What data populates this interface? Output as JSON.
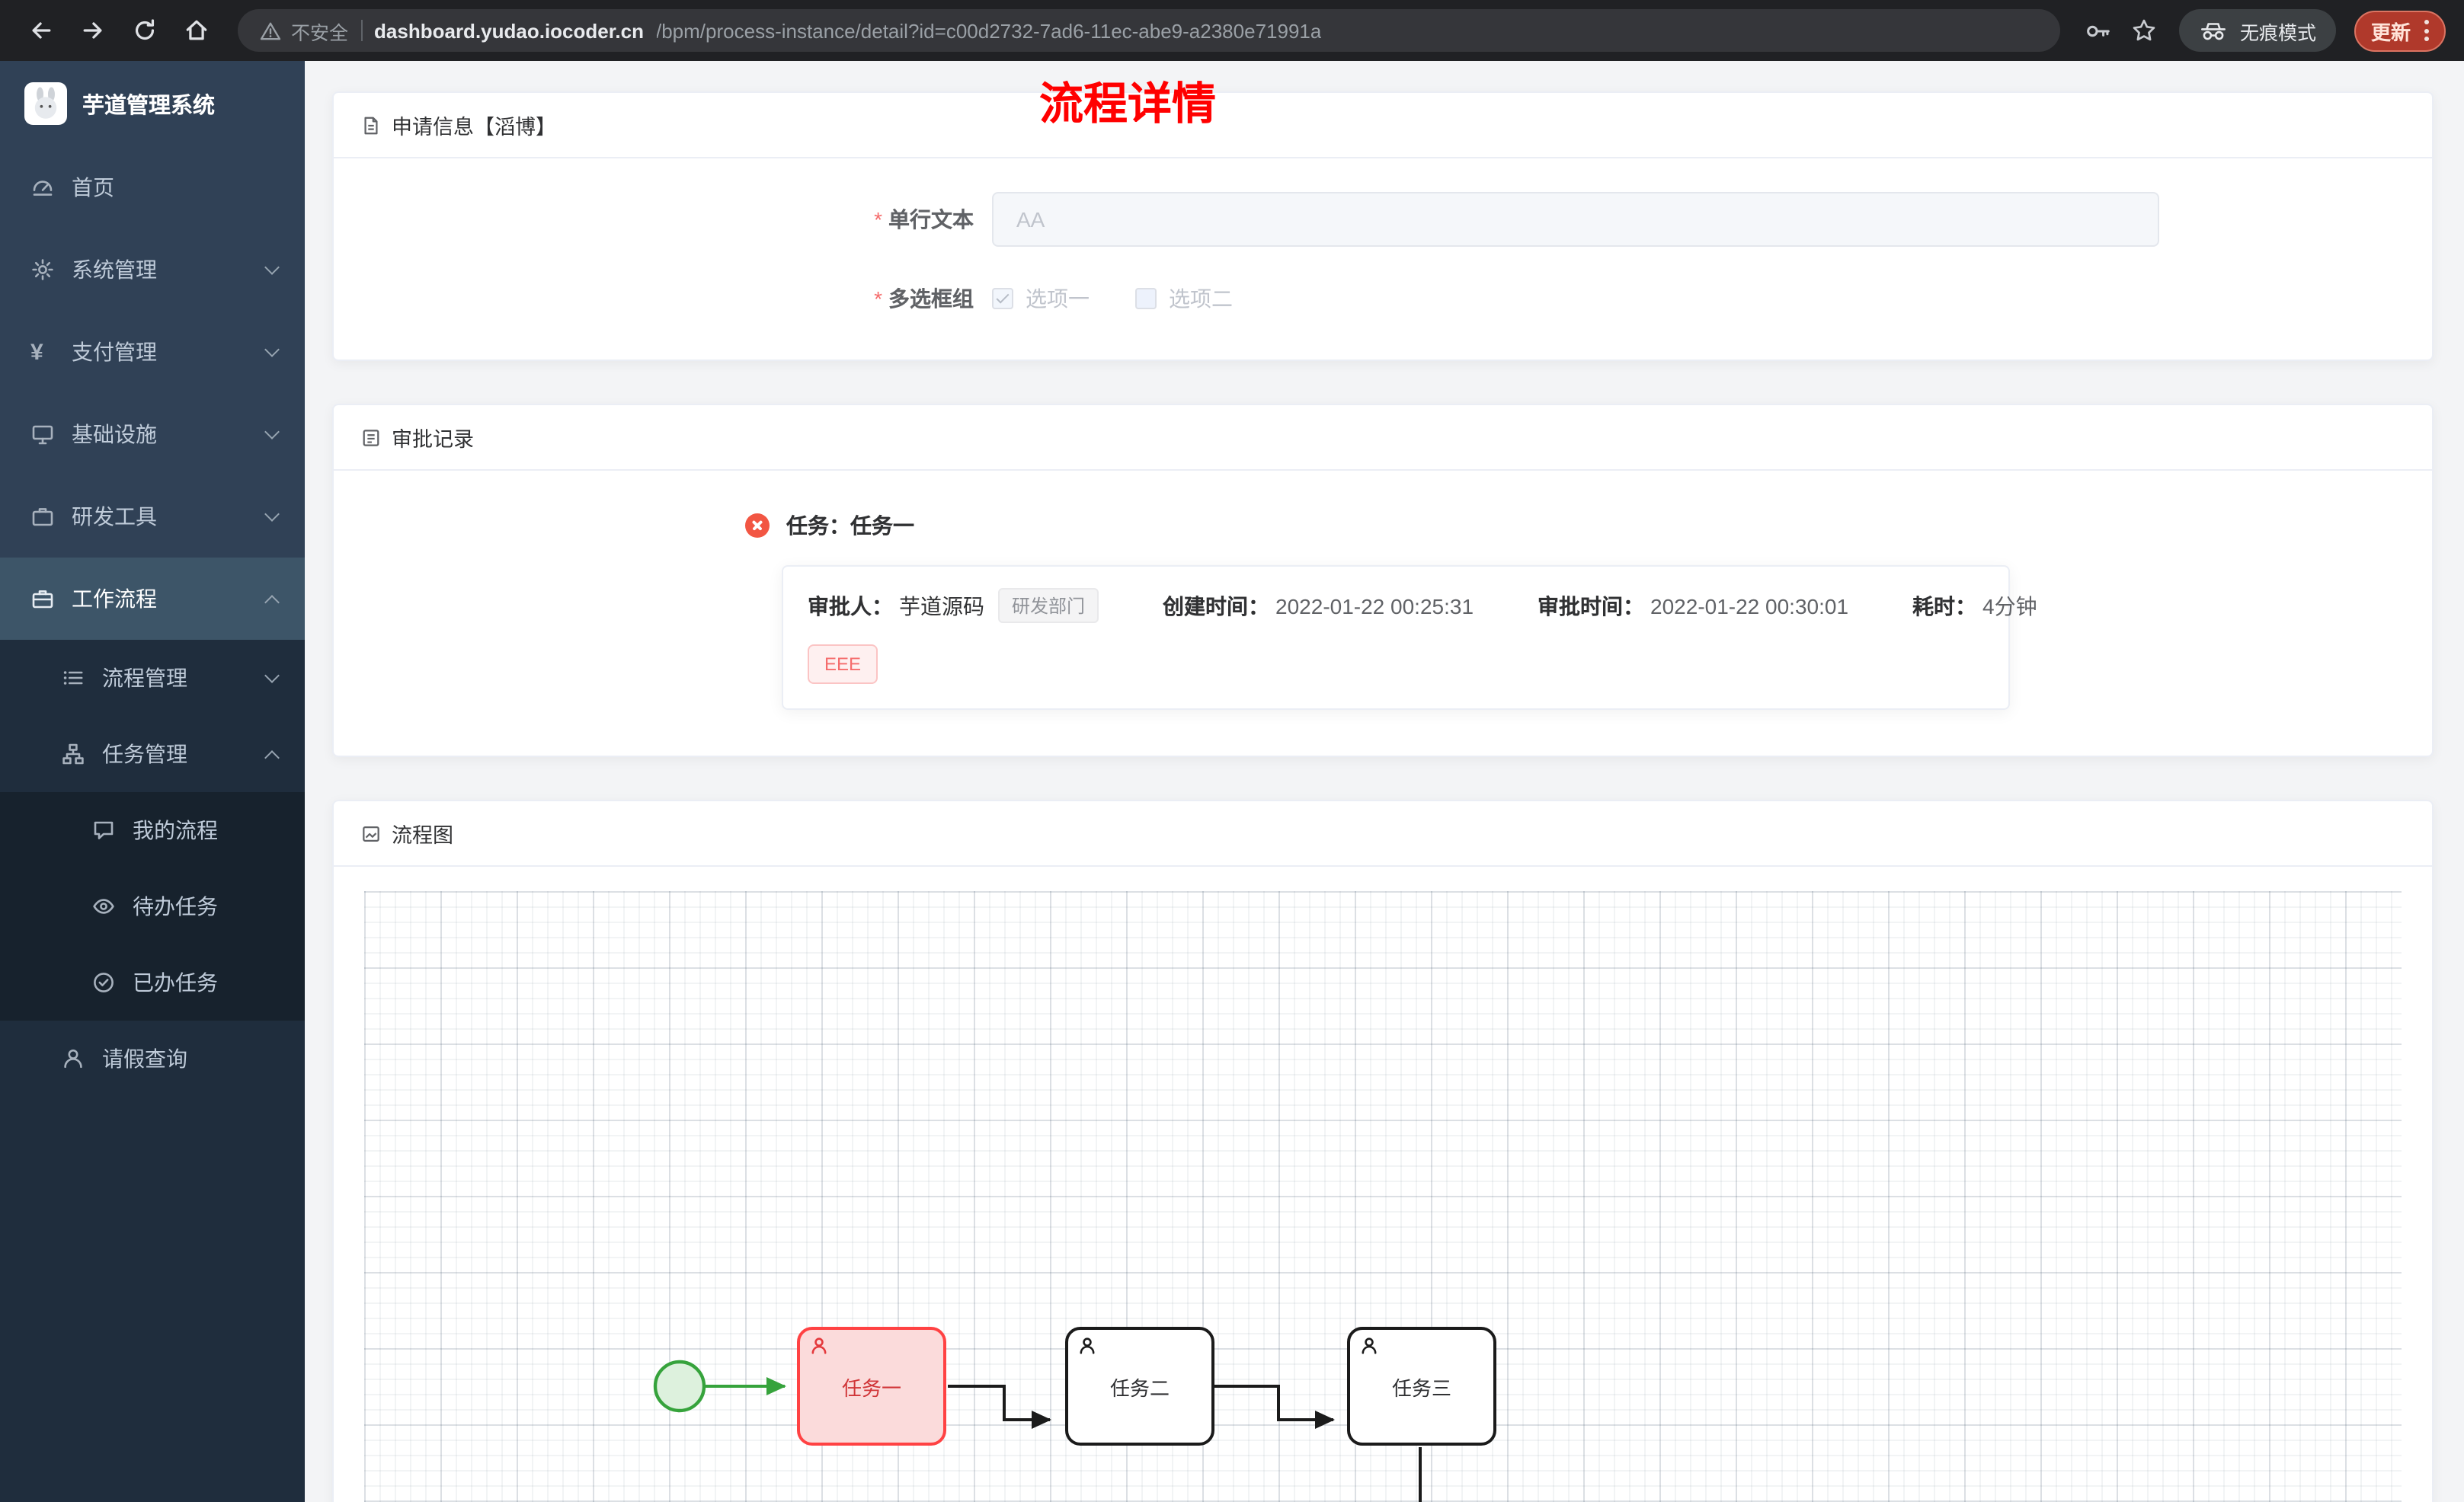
{
  "colors": {
    "page_title_red": "#ff0000",
    "danger_red": "#f56c6c",
    "success_green": "#36a33c",
    "node_highlight_border": "#ff4243",
    "sidebar_bg": "#1f2d3d",
    "menu_item_bg": "#304156"
  },
  "browser": {
    "security_label": "不安全",
    "url_host": "dashboard.yudao.iocoder.cn",
    "url_path": "/bpm/process-instance/detail?id=c00d2732-7ad6-11ec-abe9-a2380e71991a",
    "incognito_label": "无痕模式",
    "update_label": "更新"
  },
  "sidebar": {
    "title": "芋道管理系统",
    "items": [
      {
        "label": "首页",
        "level": 1
      },
      {
        "label": "系统管理",
        "level": 1,
        "chevron": "down"
      },
      {
        "label": "支付管理",
        "level": 1,
        "chevron": "down"
      },
      {
        "label": "基础设施",
        "level": 1,
        "chevron": "down"
      },
      {
        "label": "研发工具",
        "level": 1,
        "chevron": "down"
      },
      {
        "label": "工作流程",
        "level": 1,
        "chevron": "up",
        "active": true
      },
      {
        "label": "流程管理",
        "level": 2,
        "chevron": "down"
      },
      {
        "label": "任务管理",
        "level": 2,
        "chevron": "up"
      },
      {
        "label": "我的流程",
        "level": 3
      },
      {
        "label": "待办任务",
        "level": 3
      },
      {
        "label": "已办任务",
        "level": 3
      },
      {
        "label": "请假查询",
        "level": 2
      }
    ]
  },
  "page": {
    "title": "流程详情"
  },
  "apply_card": {
    "header": "申请信息【滔博】",
    "single_text_label": "单行文本",
    "single_text_placeholder": "AA",
    "checkbox_group_label": "多选框组",
    "options": [
      {
        "label": "选项一",
        "checked": true
      },
      {
        "label": "选项二",
        "checked": false
      }
    ]
  },
  "approval_card": {
    "header": "审批记录",
    "task_title": "任务：任务一",
    "approver_label": "审批人：",
    "approver_value": "芋道源码",
    "approver_dept_tag": "研发部门",
    "created_label": "创建时间：",
    "created_value": "2022-01-22 00:25:31",
    "approved_label": "审批时间：",
    "approved_value": "2022-01-22 00:30:01",
    "duration_label": "耗时：",
    "duration_value": "4分钟",
    "comment_tag": "EEE"
  },
  "diagram_card": {
    "header": "流程图",
    "nodes": [
      {
        "label": "任务一",
        "highlighted": true
      },
      {
        "label": "任务二",
        "highlighted": false
      },
      {
        "label": "任务三",
        "highlighted": false
      }
    ]
  }
}
